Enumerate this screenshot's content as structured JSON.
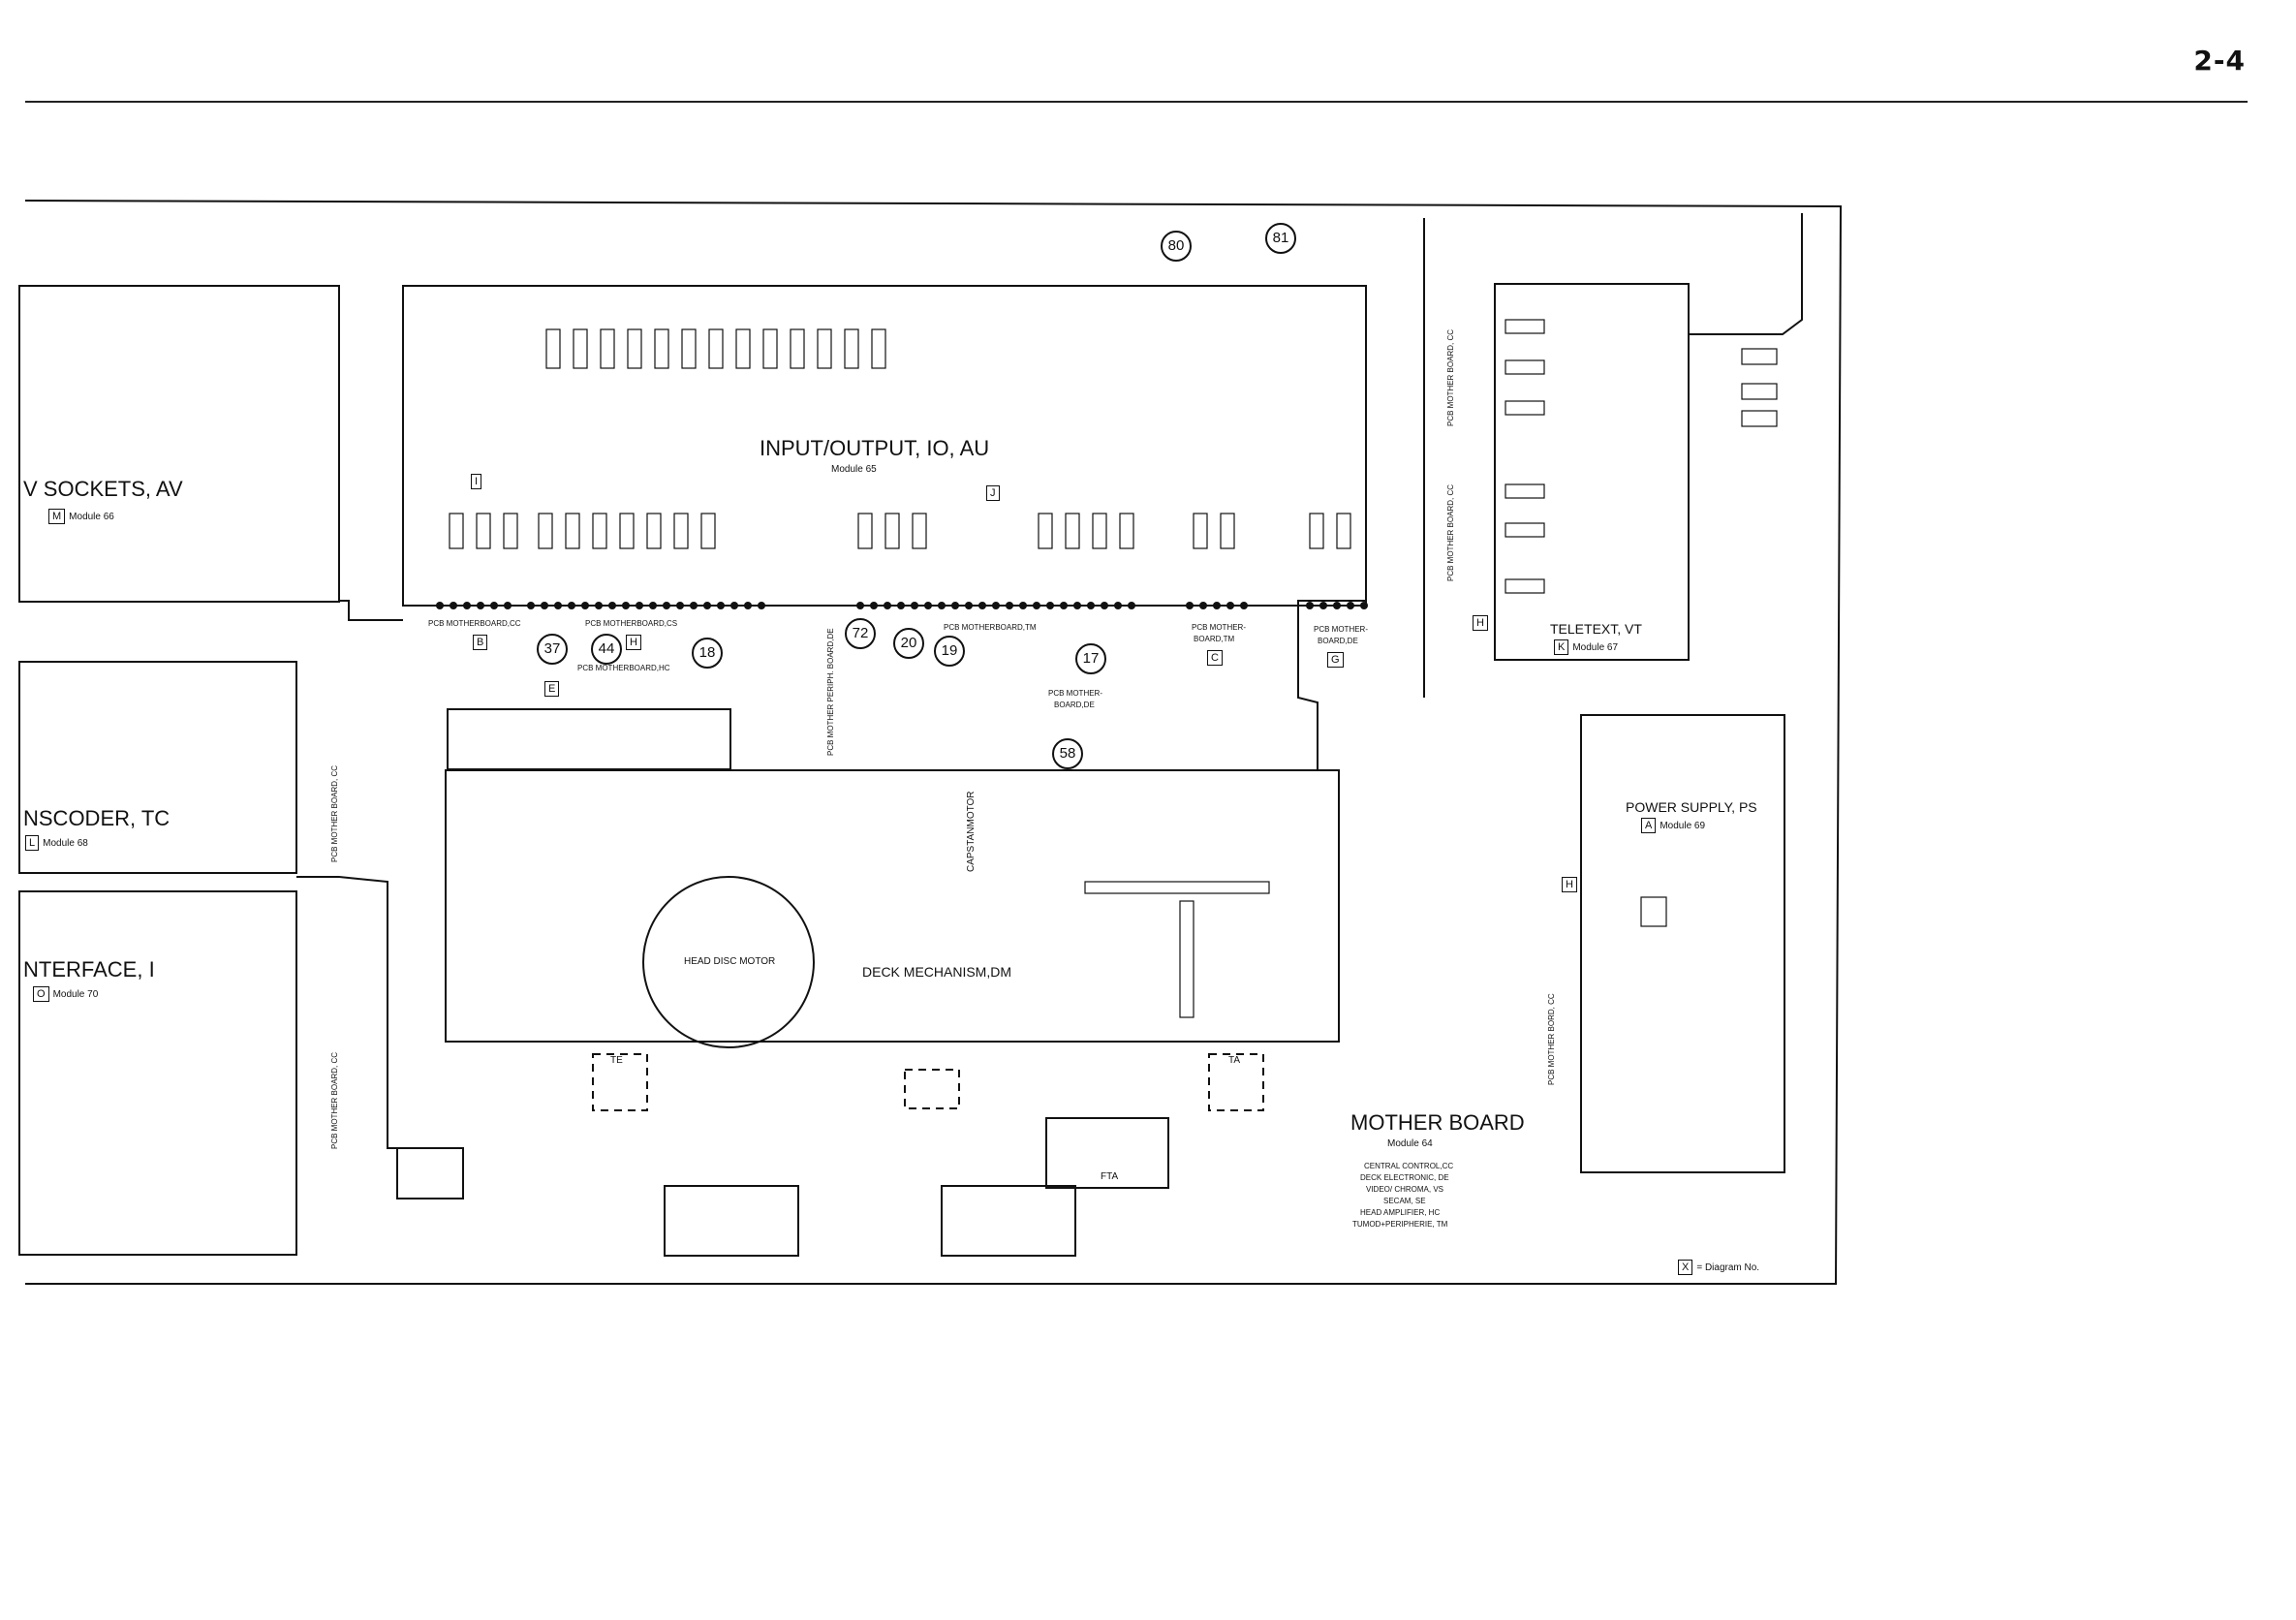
{
  "page": {
    "number": "2-4"
  },
  "modules": {
    "io": {
      "title": "INPUT/OUTPUT, IO, AU",
      "module": "Module 65"
    },
    "av": {
      "title": "V SOCKETS, AV",
      "letter": "M",
      "module": "Module 66"
    },
    "tc": {
      "title": "NSCODER, TC",
      "letter": "L",
      "module": "Module 68"
    },
    "interface": {
      "title": "NTERFACE, I",
      "letter": "O",
      "module": "Module 70"
    },
    "teletext": {
      "title": "TELETEXT, VT",
      "letter": "K",
      "module": "Module 67"
    },
    "power": {
      "title": "POWER SUPPLY, PS",
      "letter": "A",
      "module": "Module 69"
    },
    "mother": {
      "title": "MOTHER BOARD",
      "module": "Module 64",
      "desc": [
        "CENTRAL CONTROL,CC",
        "DECK ELECTRONIC, DE",
        "VIDEO/ CHROMA, VS",
        "SECAM, SE",
        "HEAD AMPLIFIER, HC",
        "TUMOD+PERIPHERIE, TM"
      ]
    },
    "deck": {
      "title": "DECK MECHANISM,DM"
    },
    "head_disc": {
      "title": "HEAD DISC MOTOR"
    },
    "capstan": {
      "title": "CAPSTANMOTOR"
    }
  },
  "connector_labels": {
    "mb_cc": "PCB MOTHERBOARD,CC",
    "mb_cs": "PCB MOTHERBOARD,CS",
    "mb_hc": "PCB MOTHERBOARD,HC",
    "mb_tm": "PCB MOTHERBOARD,TM",
    "mother_board_tm_1": "PCB MOTHER-",
    "mother_board_tm_2": "BOARD,TM",
    "mother_board_de_1": "PCB MOTHER-",
    "mother_board_de_2": "BOARD,DE",
    "mother_de_mid_1": "PCB MOTHER-",
    "mother_de_mid_2": "BOARD,DE",
    "vert_cc_1": "PCB MOTHER BOARD, CC",
    "vert_cc_2": "PCB MOTHER BOARD, CC",
    "vert_cc_3": "PCB MOTHER BOARD, CC",
    "vert_cc_4": "PCB MOTHER BOARD, CC",
    "vert_cc_5": "PCB MOTHER BORD, CC",
    "vert_periph_de": "PCB MOTHER PERIPH. BOARD,DE"
  },
  "sensors": {
    "te": "TE",
    "ta": "TA",
    "fta": "FTA"
  },
  "callouts": [
    "80",
    "81",
    "37",
    "44",
    "18",
    "72",
    "20",
    "19",
    "17",
    "58"
  ],
  "letters": {
    "cc": "B",
    "hc": "E",
    "tm": "C",
    "de": "G",
    "cs": "H",
    "io1": "I",
    "io2": "J",
    "tv": "H",
    "ps": "H"
  },
  "legend": {
    "box": "X",
    "text": "= Diagram No."
  }
}
